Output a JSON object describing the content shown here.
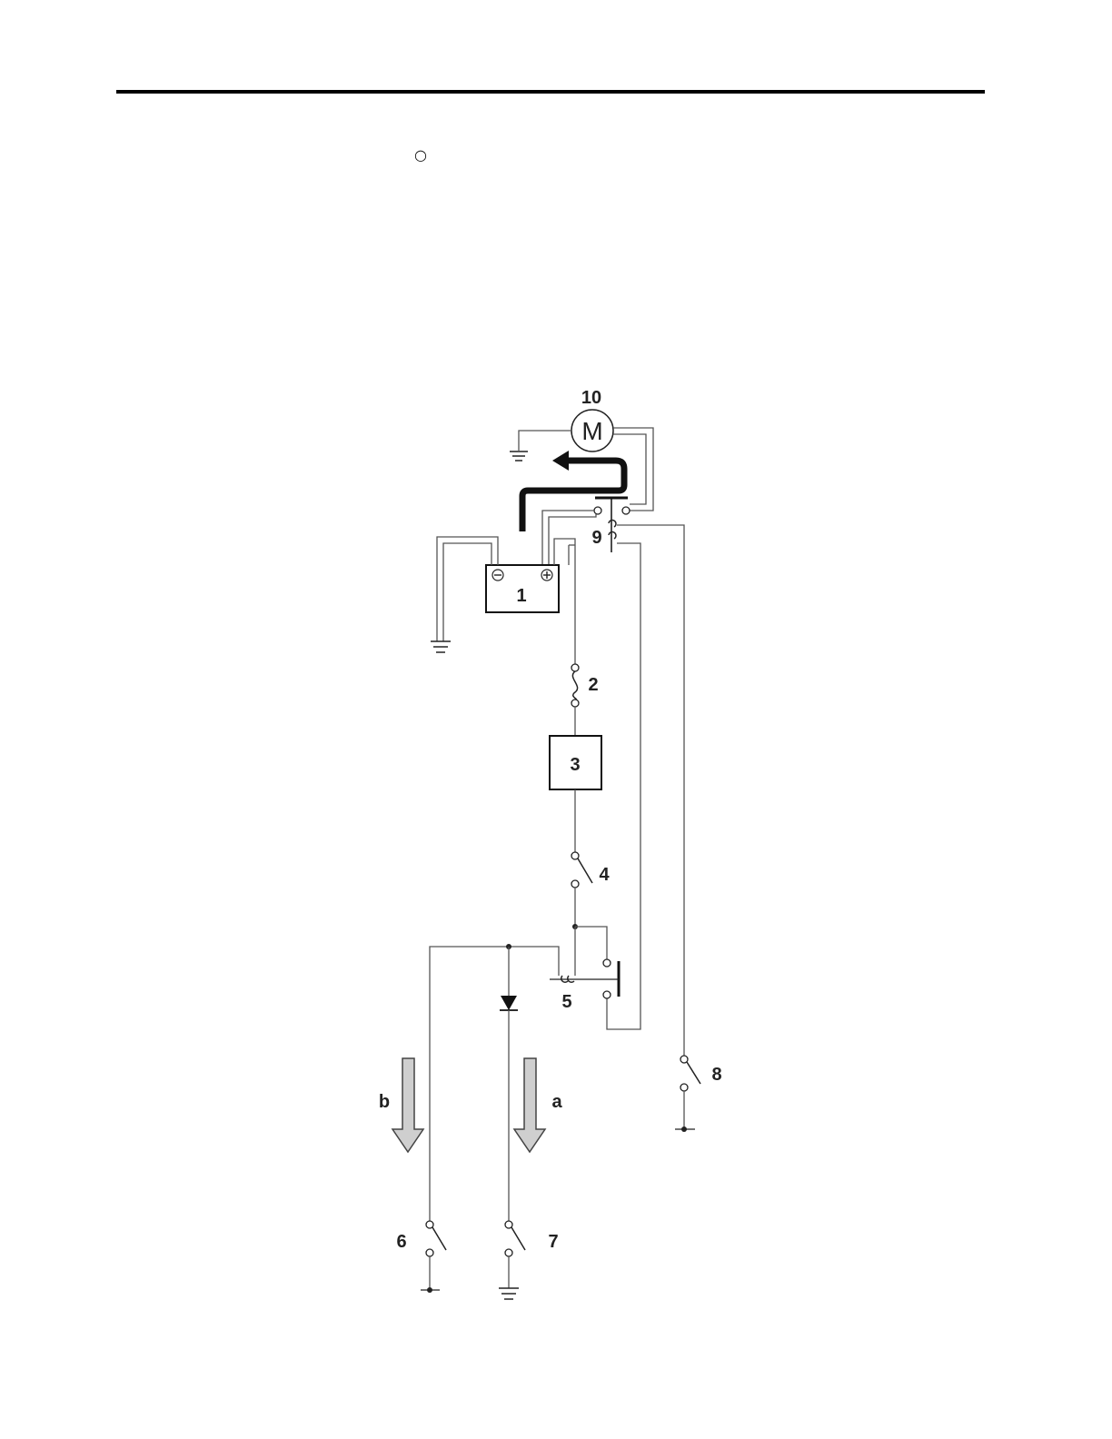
{
  "page": {
    "mark": "○"
  },
  "diagram": {
    "labels": {
      "battery": "1",
      "fuse": "2",
      "ecu": "3",
      "main_switch": "4",
      "relay": "5",
      "switch_6": "6",
      "switch_7": "7",
      "switch_8": "8",
      "starter_relay": "9",
      "starter_motor": "10",
      "motor_symbol": "M",
      "flow_a": "a",
      "flow_b": "b"
    },
    "colors": {
      "wire": "#555555",
      "current_path": "#111111",
      "flow_arrow": "#cfcfcf"
    }
  }
}
